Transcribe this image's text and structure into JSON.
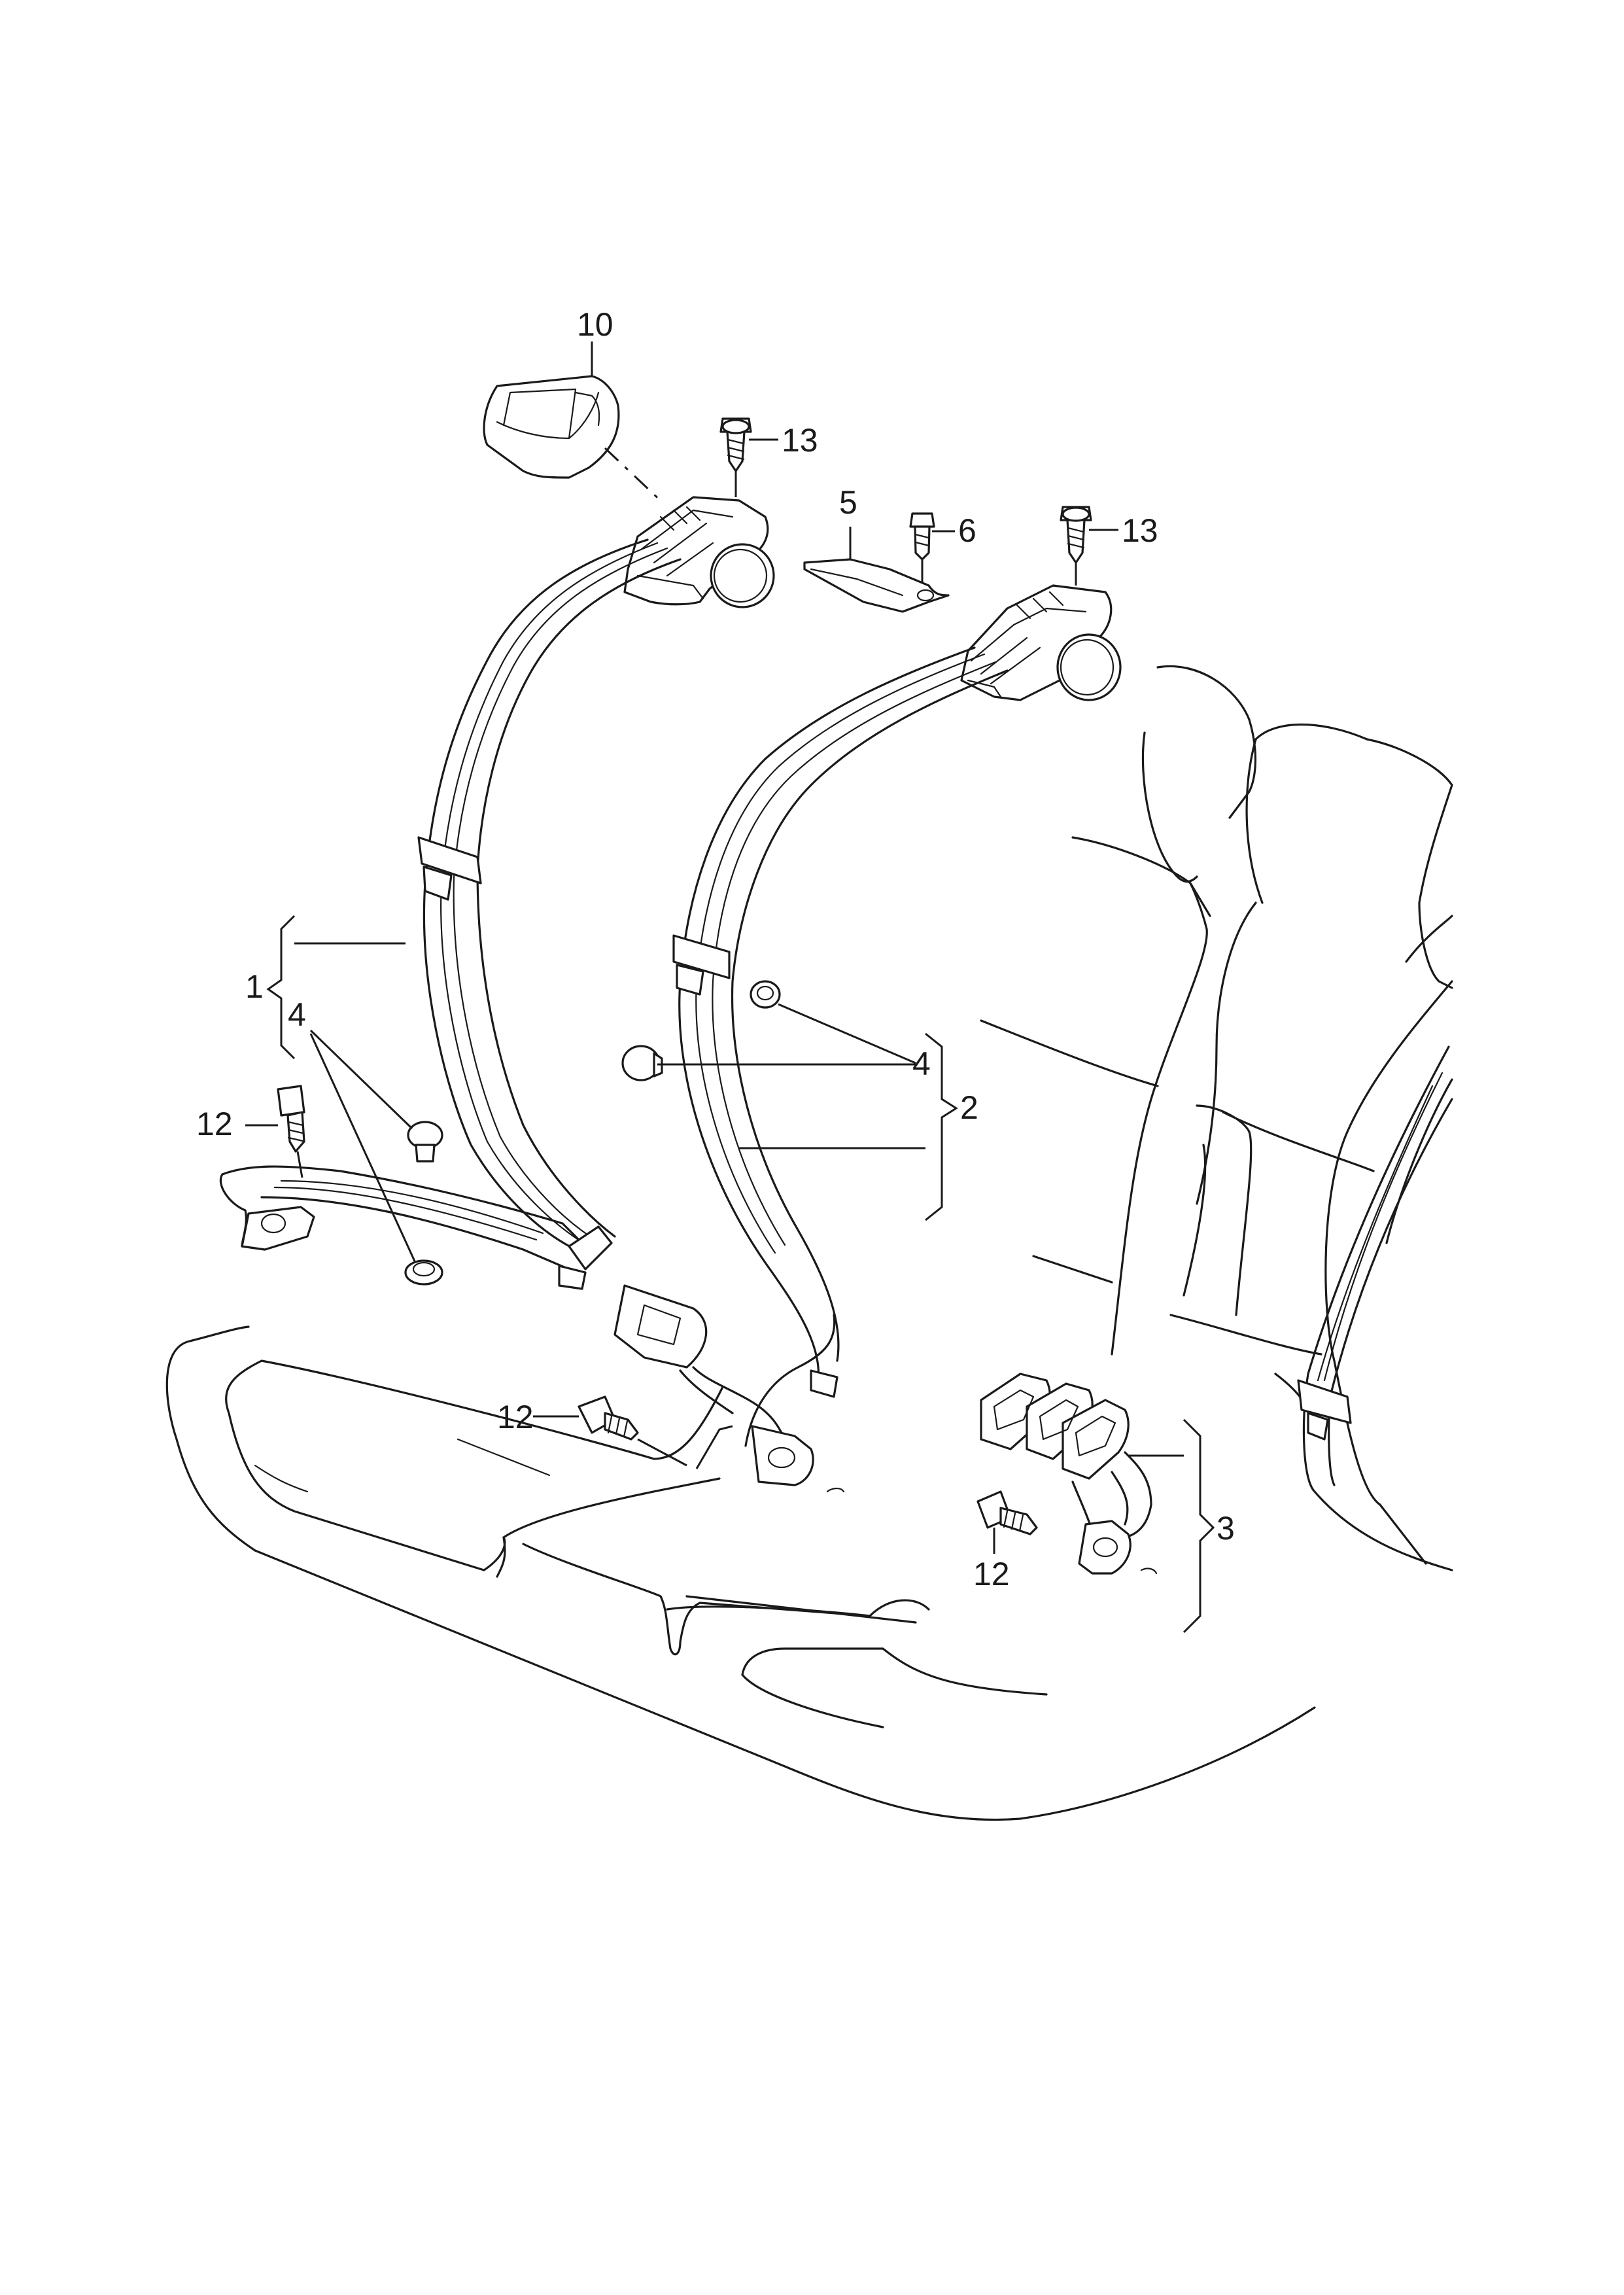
{
  "callouts": {
    "belt_outer_left": "1",
    "belt_outer_right": "2",
    "buckle_assembly": "3",
    "cap_left": "4",
    "cap_right": "4",
    "bracket": "5",
    "screw_bracket": "6",
    "cover": "10",
    "bolt_left": "12",
    "bolt_center": "12",
    "bolt_right": "12",
    "screw_retractor_left": "13",
    "screw_retractor_right": "13"
  }
}
